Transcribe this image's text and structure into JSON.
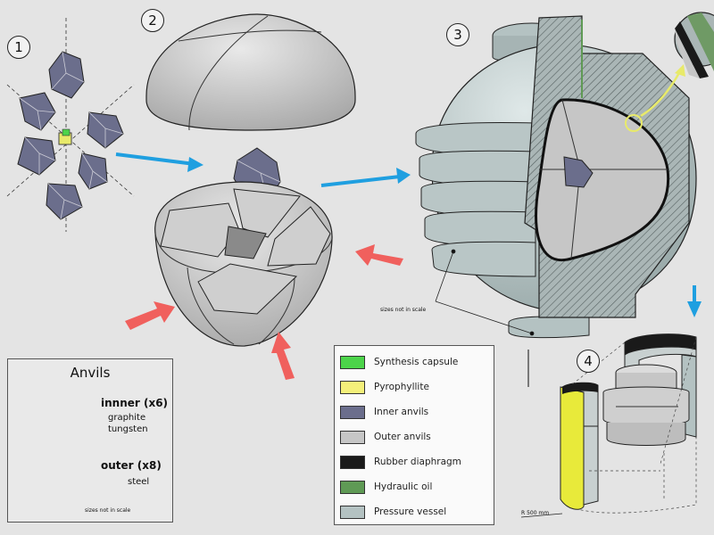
{
  "steps": [
    "1",
    "2",
    "3",
    "4"
  ],
  "anvils_box": {
    "title": "Anvils",
    "inner_name": "innner (x6)",
    "inner_material_1": "graphite",
    "inner_material_2": "tungsten",
    "outer_name": "outer (x8)",
    "outer_material": "steel",
    "note": "sizes not in scale"
  },
  "vessel_note": "sizes not in scale",
  "scale_label": "R 500 mm",
  "legend": [
    {
      "label": "Synthesis capsule",
      "color": "#4cd44a"
    },
    {
      "label": "Pyrophyllite",
      "color": "#f4f07a"
    },
    {
      "label": "Inner anvils",
      "color": "#6b6e8c"
    },
    {
      "label": "Outer anvils",
      "color": "#c6c6c6"
    },
    {
      "label": "Rubber diaphragm",
      "color": "#1a1a1a"
    },
    {
      "label": "Hydraulic oil",
      "color": "#5f9a55"
    },
    {
      "label": "Pressure vessel",
      "color": "#b4c2c2"
    }
  ],
  "colors": {
    "arrow_blue": "#1f9fe0",
    "arrow_red": "#f0605d",
    "yellow_pointer": "#e8ea6a"
  }
}
